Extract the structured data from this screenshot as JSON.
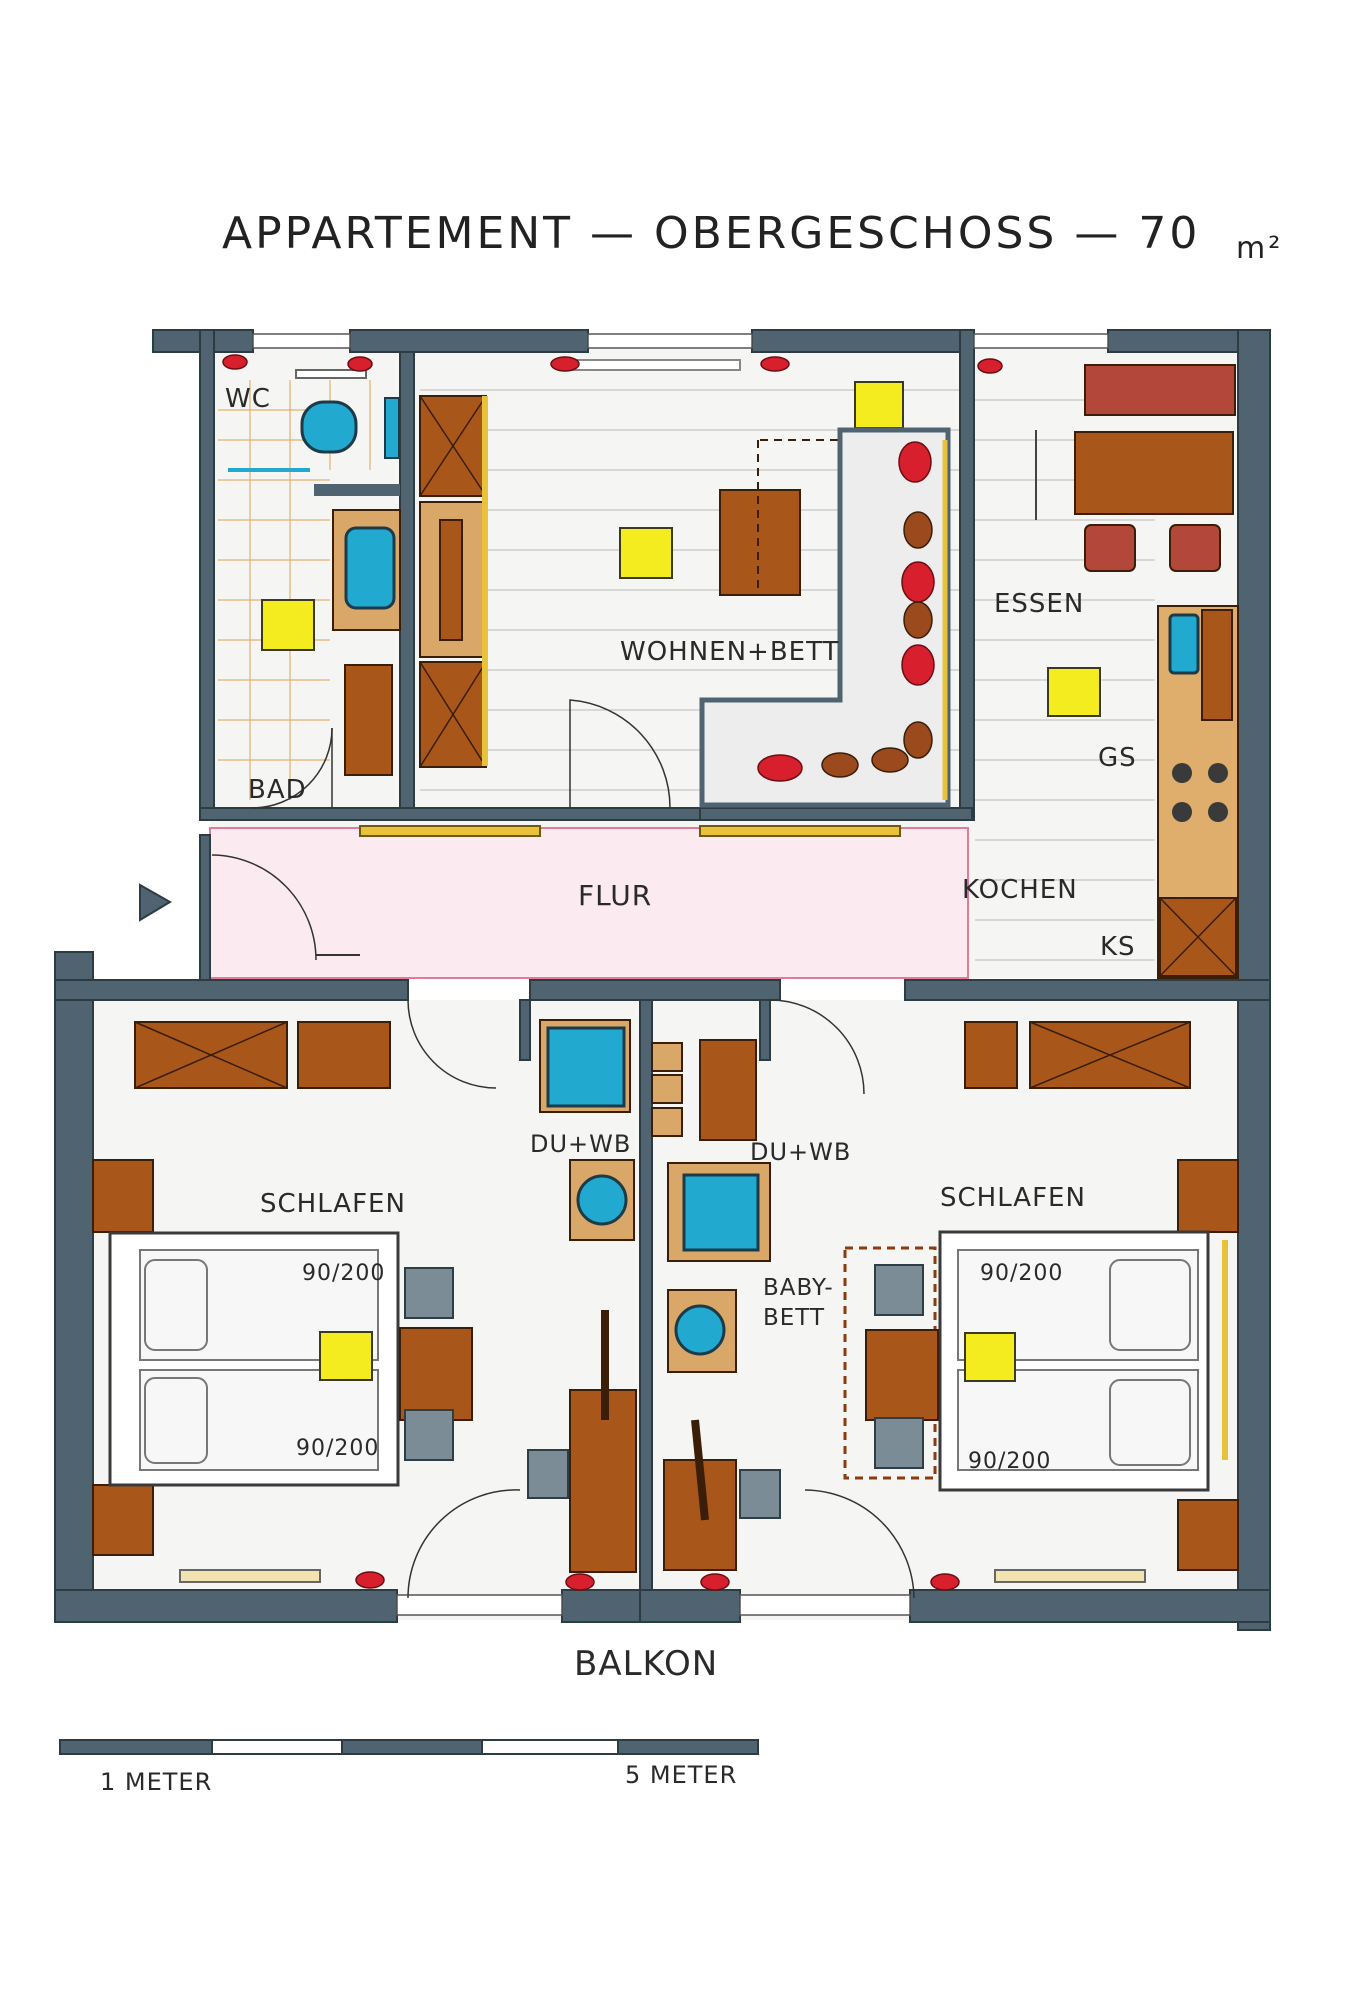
{
  "title": {
    "text": "APPARTEMENT — OBERGESCHOSS — 70",
    "unit": "m²"
  },
  "rooms": {
    "wc": "WC",
    "bad": "BAD",
    "wohnen": "WOHNEN+BETT",
    "essen": "ESSEN",
    "gs": "GS",
    "kochen": "KOCHEN",
    "ks": "KS",
    "flur": "FLUR",
    "schlafen_left": "SCHLAFEN",
    "schlafen_right": "SCHLAFEN",
    "duwb_left": "DU+WB",
    "duwb_right": "DU+WB",
    "babybett_line1": "BABY-",
    "babybett_line2": "BETT",
    "balkon": "BALKON"
  },
  "beds": {
    "left_top": "90/200",
    "left_bottom": "90/200",
    "right_top": "90/200",
    "right_bottom": "90/200"
  },
  "scale": {
    "start_label": "1 METER",
    "end_label": "5 METER"
  },
  "colors": {
    "wall": "#4f6470",
    "wood": "#a8561a",
    "water_fixture": "#22a9cf",
    "lamp": "#f4ec1e",
    "hallway": "#fbeaf0",
    "cushion": "#d81f2e"
  }
}
